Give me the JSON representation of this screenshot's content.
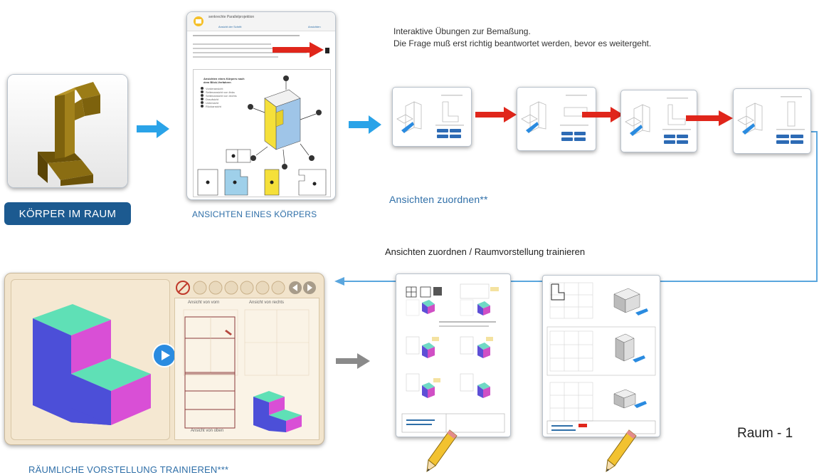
{
  "step1": {
    "button_label": "KÖRPER IM RAUM"
  },
  "step2": {
    "caption": "ANSICHTEN EINES KÖRPERS",
    "doc_title": "senkrechte Parallelprojektion",
    "doc_link_left": "Ansicht der Schritt",
    "doc_link_right": "Ansichten",
    "doc_heading": "Ansichten eines Körpers nach dem Blick-Verfahren",
    "legend_items": [
      "Vorderansicht",
      "Seitenansicht von links",
      "Seitenansicht von rechts",
      "Draufsicht",
      "Untersicht",
      "Rückansicht"
    ]
  },
  "step3": {
    "note_line1": "Interaktive Übungen zur Bemaßung.",
    "note_line2": "Die Frage muß erst richtig beantwortet werden, bevor es weitergeht.",
    "caption": "Ansichten zuordnen**"
  },
  "step4": {
    "heading": "Ansichten zuordnen / Raumvorstellung trainieren",
    "caption": "RÄUMLICHE VORSTELLUNG TRAINIEREN***",
    "label_front": "Ansicht von vorn",
    "label_right": "Ansicht von rechts",
    "label_top": "Ansicht von oben"
  },
  "page_label": "Raum - 1",
  "colors": {
    "accent_blue": "#2f6fa8",
    "button_blue": "#1c5a90",
    "arrow_blue": "#2aa3e8",
    "arrow_red": "#e0261b",
    "flow_line": "#5aa6de",
    "arrow_gray": "#8a8a8a",
    "cube_teal": "#5fe0b6",
    "cube_magenta": "#d94fd6",
    "cube_blue": "#4c4fd8",
    "body_olive": "#8a6d12",
    "panel_bg": "#f3e6cf"
  }
}
